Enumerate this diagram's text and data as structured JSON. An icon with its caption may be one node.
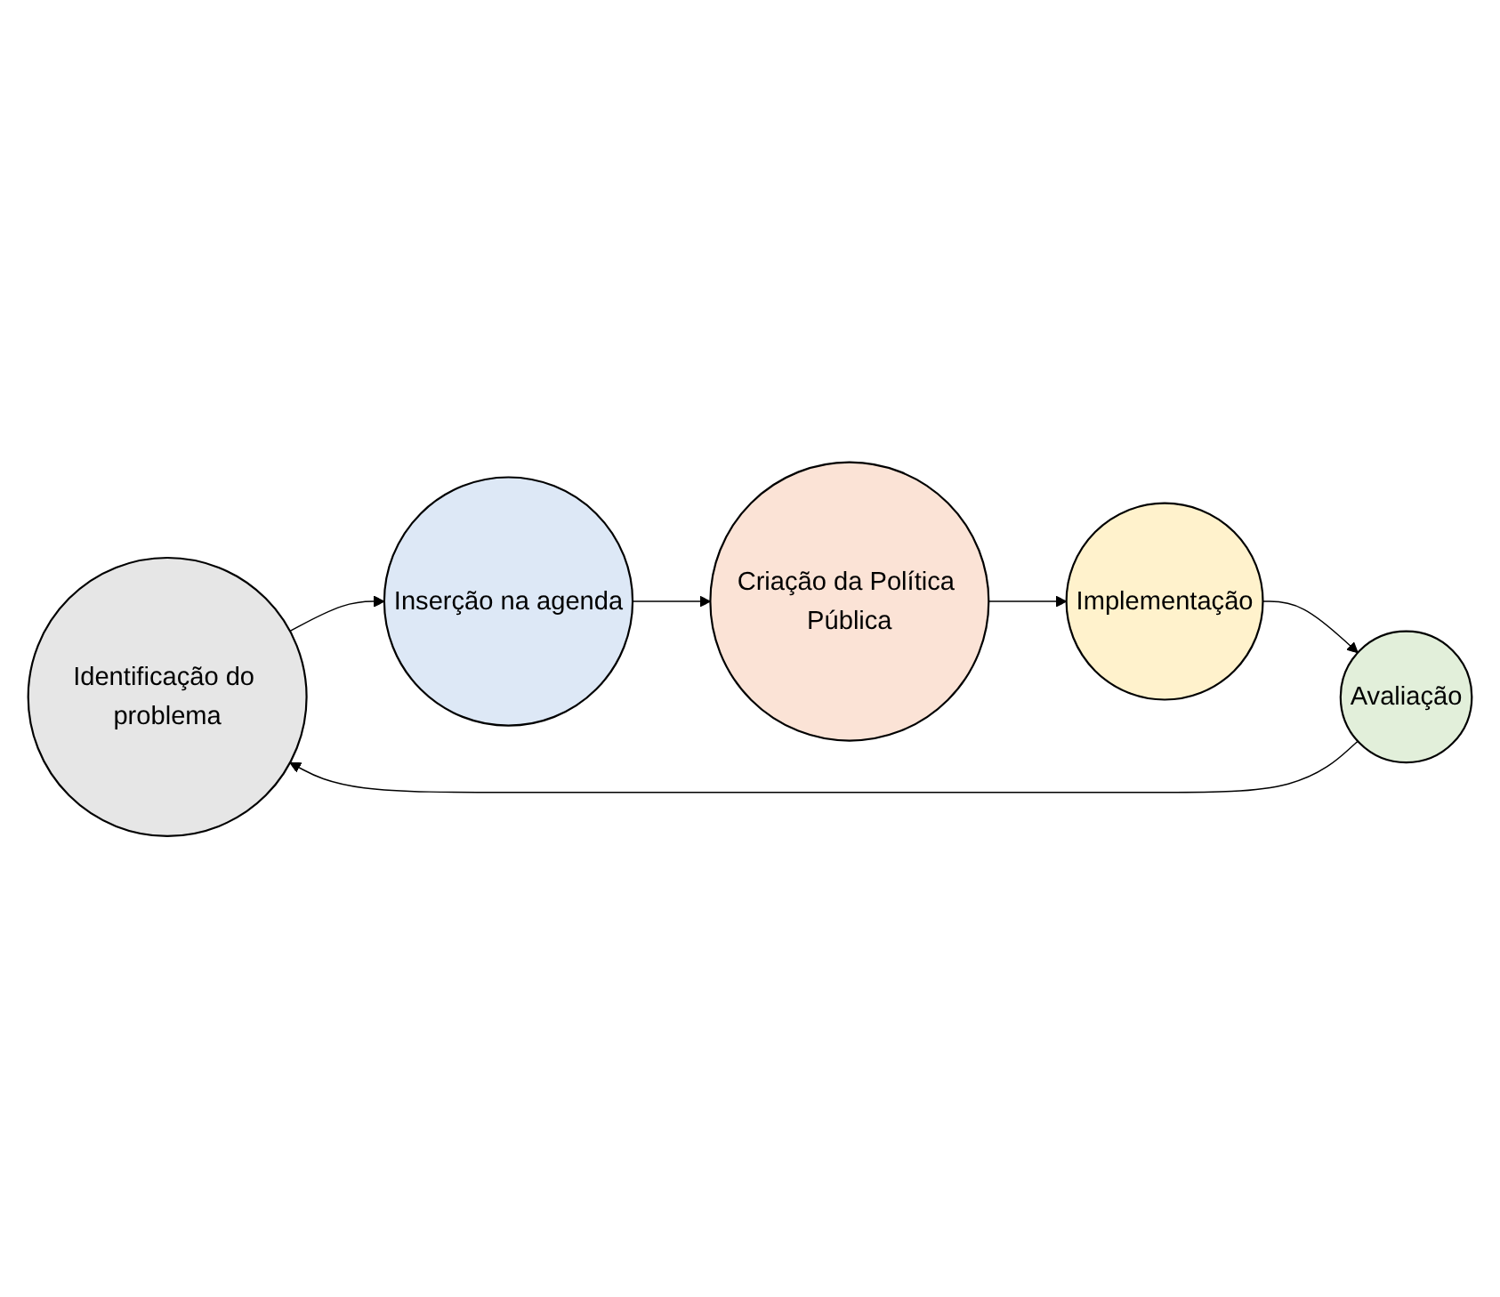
{
  "diagram": {
    "nodes": [
      {
        "text": [
          "Identificação do problema"
        ]
      },
      {
        "text": [
          "Inserção na agenda"
        ]
      },
      {
        "text": [
          "Criação da Política Pública"
        ]
      },
      {
        "text": [
          "Implementação"
        ]
      },
      {
        "text": [
          "Avaliação"
        ]
      }
    ],
    "edges": [
      {
        "from": 0,
        "to": 1,
        "arrow": "to"
      },
      {
        "from": 1,
        "to": 2,
        "arrow": "to"
      },
      {
        "from": 2,
        "to": 3,
        "arrow": "to"
      },
      {
        "from": 3,
        "to": 4,
        "arrow": "to"
      },
      {
        "from": 4,
        "to": 0,
        "arrow": "to"
      }
    ]
  }
}
